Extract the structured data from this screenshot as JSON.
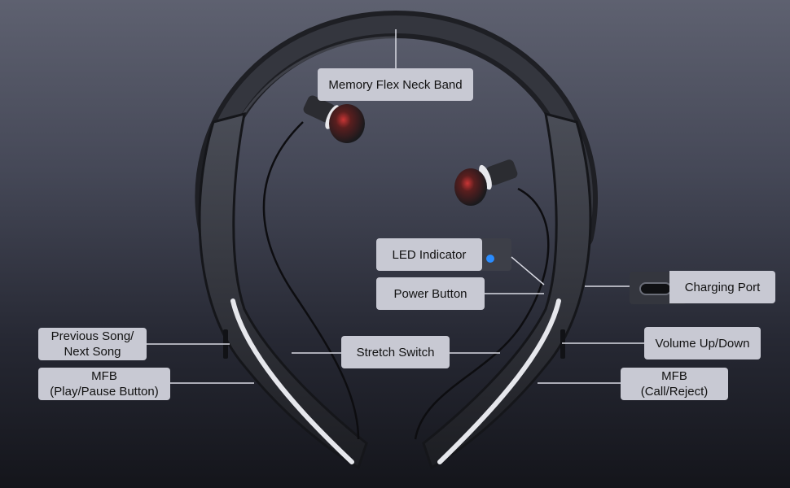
{
  "labels": {
    "neck_band": "Memory Flex Neck Band",
    "led_indicator": "LED Indicator",
    "power_button": "Power Button",
    "charging_port": "Charging Port",
    "previous_next_line1": "Previous Song/",
    "previous_next_line2": "Next Song",
    "stretch_switch": "Stretch Switch",
    "volume": "Volume Up/Down",
    "mfb_left_line1": "MFB",
    "mfb_left_line2": "(Play/Pause Button)",
    "mfb_right_line1": "MFB",
    "mfb_right_line2": "(Call/Reject)"
  },
  "colors": {
    "label_bg": "#c8c9d3",
    "leader_line": "#d9dae3",
    "led": "#2a8cff"
  }
}
